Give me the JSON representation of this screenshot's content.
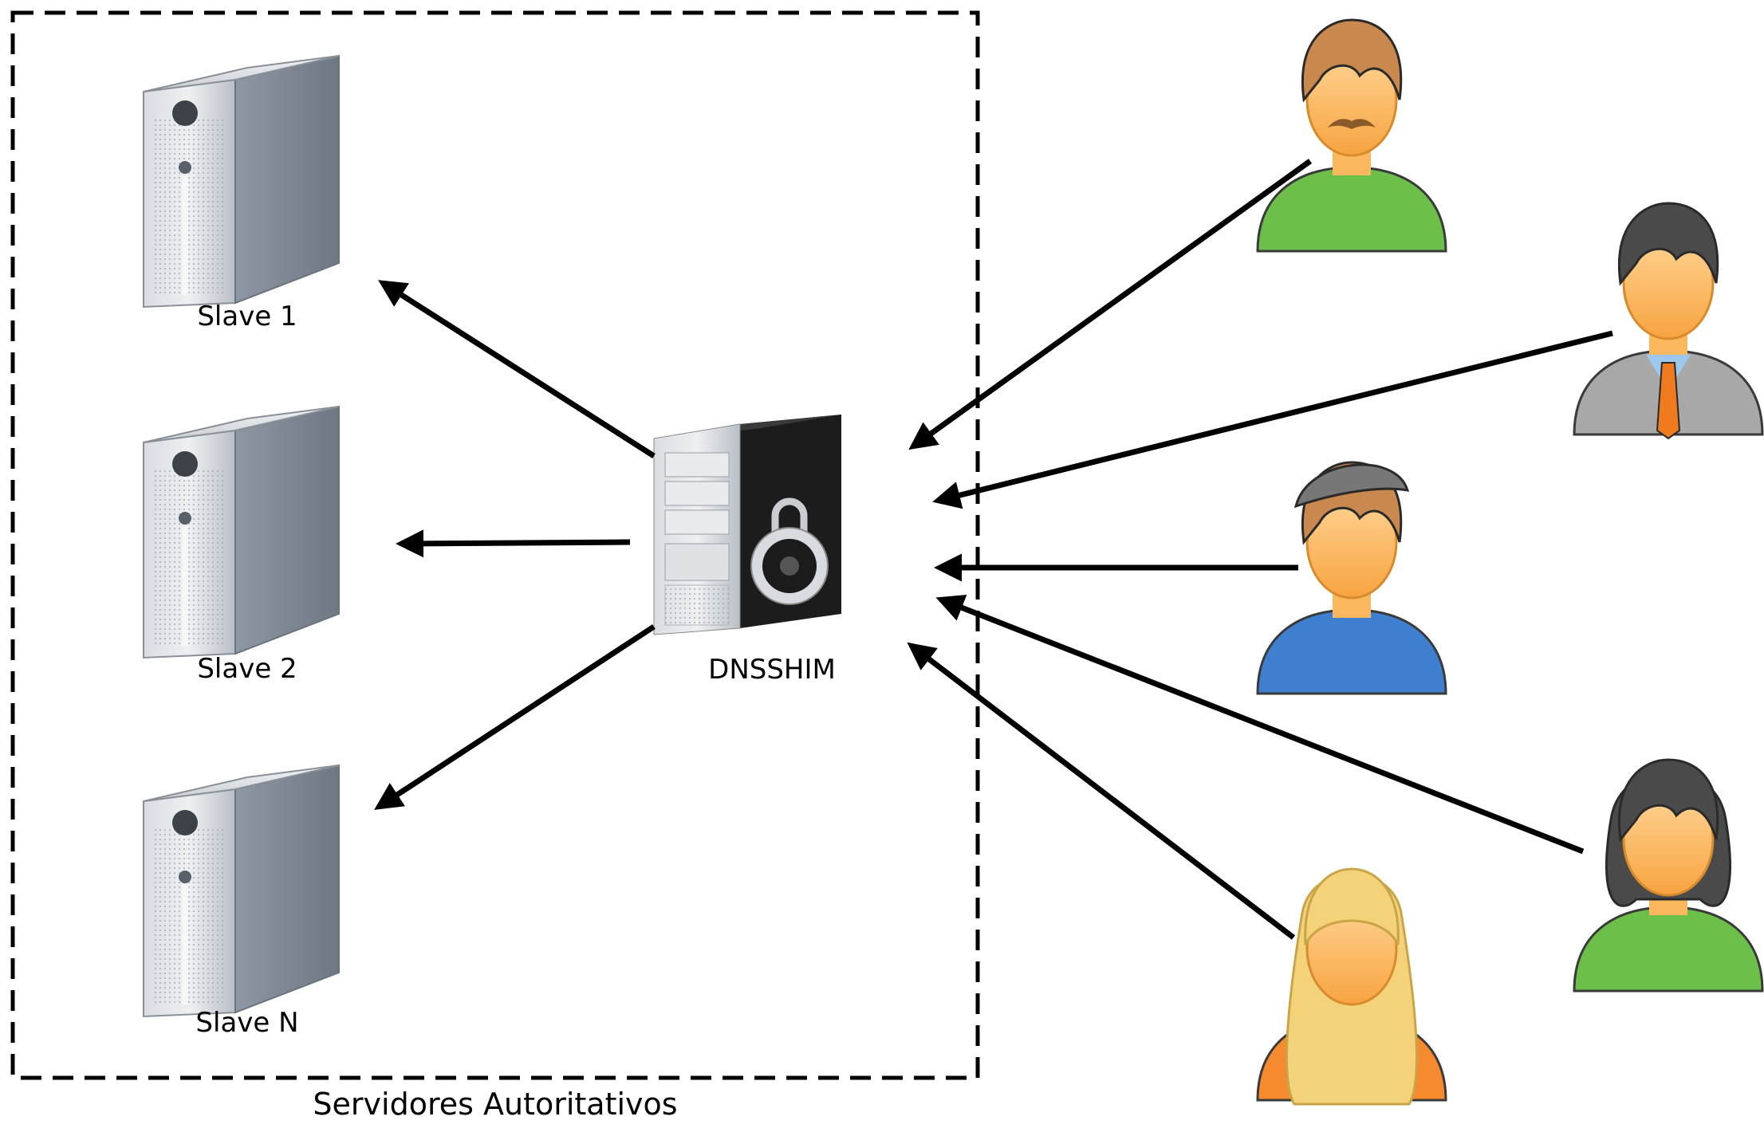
{
  "group": {
    "label": "Servidores Autoritativos"
  },
  "master": {
    "label": "DNSSHIM"
  },
  "slaves": [
    {
      "label": "Slave 1"
    },
    {
      "label": "Slave 2"
    },
    {
      "label": "Slave N"
    }
  ],
  "users": [
    {
      "icon": "user-mustache-icon",
      "shirt": "#6cc04a",
      "hair": "#c8884e"
    },
    {
      "icon": "user-businessman-icon",
      "shirt": "#a8a8a8",
      "hair": "#4a4a4a"
    },
    {
      "icon": "user-cap-icon",
      "shirt": "#3f7fd0",
      "hair": "#c8884e"
    },
    {
      "icon": "user-woman-dark-icon",
      "shirt": "#6cc04a",
      "hair": "#4a4a4a"
    },
    {
      "icon": "user-woman-blonde-icon",
      "shirt": "#f58a2e",
      "hair": "#f3d27a"
    }
  ],
  "colors": {
    "skin": "#fbb85e",
    "arrow": "#000000",
    "server": "#9aa3ad"
  }
}
